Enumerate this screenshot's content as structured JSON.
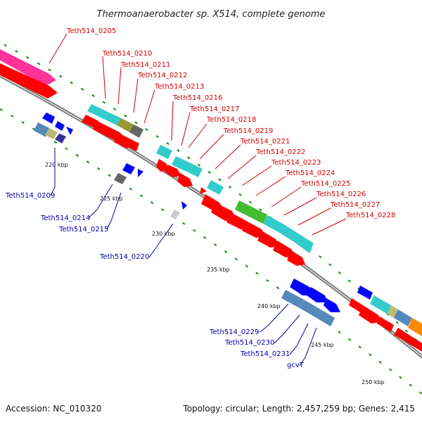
{
  "title": "Thermoanaerobacter sp. X514, complete genome",
  "footer": {
    "accession": "Accession: NC_010320",
    "topology": "Topology: circular; Length: 2,457,259 bp; Genes: 2,415"
  },
  "colors": {
    "forward_cds": "#ff0000",
    "reverse_cds": "#0000ff",
    "forward_label": "#d40000",
    "reverse_label": "#0000aa",
    "cyan_feature": "#33cccc",
    "steel_blue_feature": "#5588bb",
    "magenta_feature": "#ff3399",
    "green_feature": "#44bb33",
    "olive_feature": "#999933",
    "khaki_feature": "#bbbb77",
    "gray_feature": "#666666",
    "orange_feature": "#ff8800",
    "backbone": "#777777",
    "gc_dots": "#118811"
  },
  "ticks": [
    "220 kbp",
    "225 kbp",
    "230 kbp",
    "235 kbp",
    "240 kbp",
    "245 kbp",
    "250 kbp"
  ],
  "forward_labels": [
    "Teth514_0205",
    "Teth514_0210",
    "Teth514_0211",
    "Teth514_0212",
    "Teth514_0213",
    "Teth514_0216",
    "Teth514_0217",
    "Teth514_0218",
    "Teth514_0219",
    "Teth514_0221",
    "Teth514_0222",
    "Teth514_0223",
    "Teth514_0224",
    "Teth514_0225",
    "Teth514_0226",
    "Teth514_0227",
    "Teth514_0228"
  ],
  "reverse_labels": [
    "Teth514_0209",
    "Teth514_0214",
    "Teth514_0215",
    "Teth514_0220",
    "Teth514_0229",
    "Teth514_0230",
    "Teth514_0231",
    "gcvT"
  ]
}
